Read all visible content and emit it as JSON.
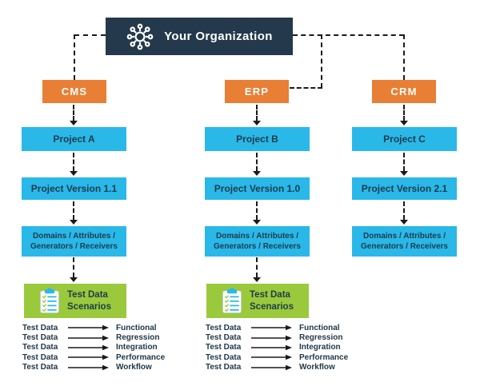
{
  "colors": {
    "navy": "#24394B",
    "orange": "#E87F35",
    "blue": "#29B8E8",
    "green": "#9BC93C",
    "line_black": "#1A1A1A",
    "white": "#FFFFFF"
  },
  "root": {
    "title": "Your Organization",
    "icon": "network-hub-icon"
  },
  "columns": [
    {
      "system": "CMS",
      "project": "Project A",
      "version": "Project Version 1.1",
      "domains": {
        "line1": "Domains /  Attributes /",
        "line2": "Generators / Receivers"
      },
      "scenarios": {
        "line1": "Test Data",
        "line2": "Scenarios",
        "icon": "clipboard-checklist-icon"
      }
    },
    {
      "system": "ERP",
      "project": "Project B",
      "version": "Project Version 1.0",
      "domains": {
        "line1": "Domains /  Attributes /",
        "line2": "Generators / Receivers"
      },
      "scenarios": {
        "line1": "Test Data",
        "line2": "Scenarios",
        "icon": "clipboard-checklist-icon"
      }
    },
    {
      "system": "CRM",
      "project": "Project C",
      "version": "Project Version 2.1",
      "domains": {
        "line1": "Domains /  Attributes /",
        "line2": "Generators / Receivers"
      }
    }
  ],
  "test_data_list": {
    "source_label": "Test Data",
    "targets": [
      "Functional",
      "Regression",
      "Integration",
      "Performance",
      "Workflow"
    ]
  }
}
